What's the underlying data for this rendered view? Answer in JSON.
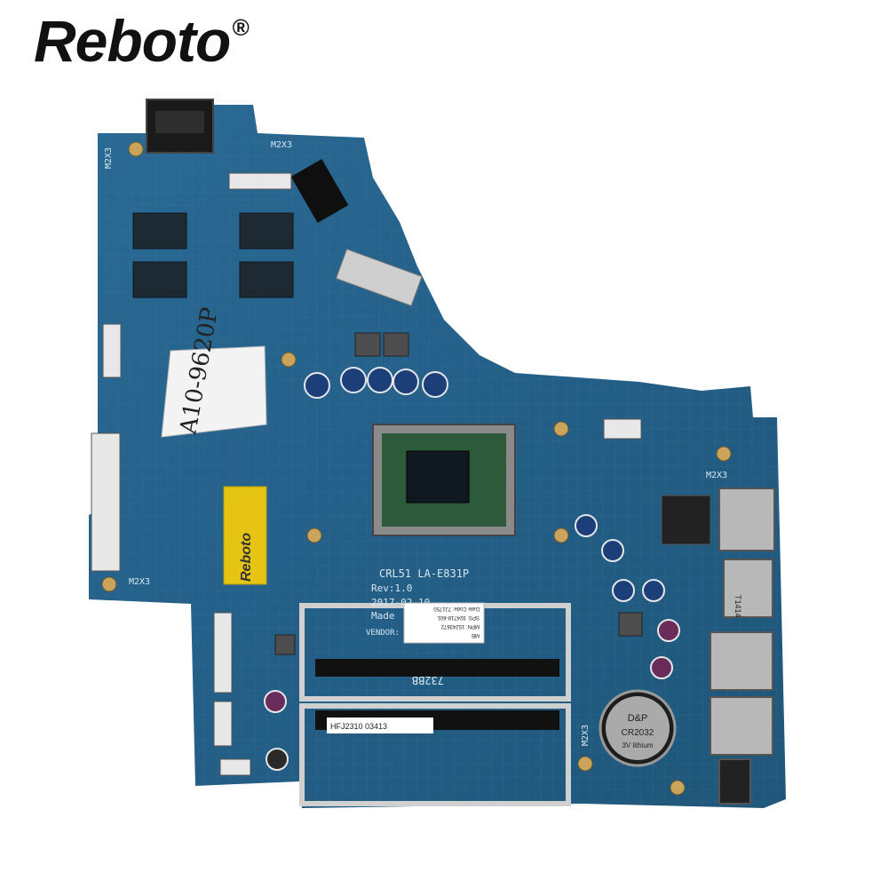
{
  "brand": {
    "name": "Reboto",
    "mark": "®"
  },
  "board": {
    "model": "CRL51  LA-E831P",
    "rev": "Rev:1.0",
    "date": "2017-02-10",
    "made": "Made",
    "vendor": "VENDOR:",
    "mount_labels": [
      "M2X3",
      "M2X3",
      "M2X3",
      "M2X3",
      "M2X3"
    ]
  },
  "handwritten_note": "A10-9620P",
  "tape_label": "Reboto",
  "sticker": {
    "line1": "MB",
    "line2": "MPN: 15243672",
    "line3": "SPS: 924718-601",
    "line4": "Date Code: 7J1750"
  },
  "barcode_label": "HFJ2310  03413",
  "slot_label": "732BB",
  "coin_cell": {
    "line1": "CR2032",
    "line2": "3V lithium",
    "brand": "D&P"
  },
  "connector_code": "T1414"
}
